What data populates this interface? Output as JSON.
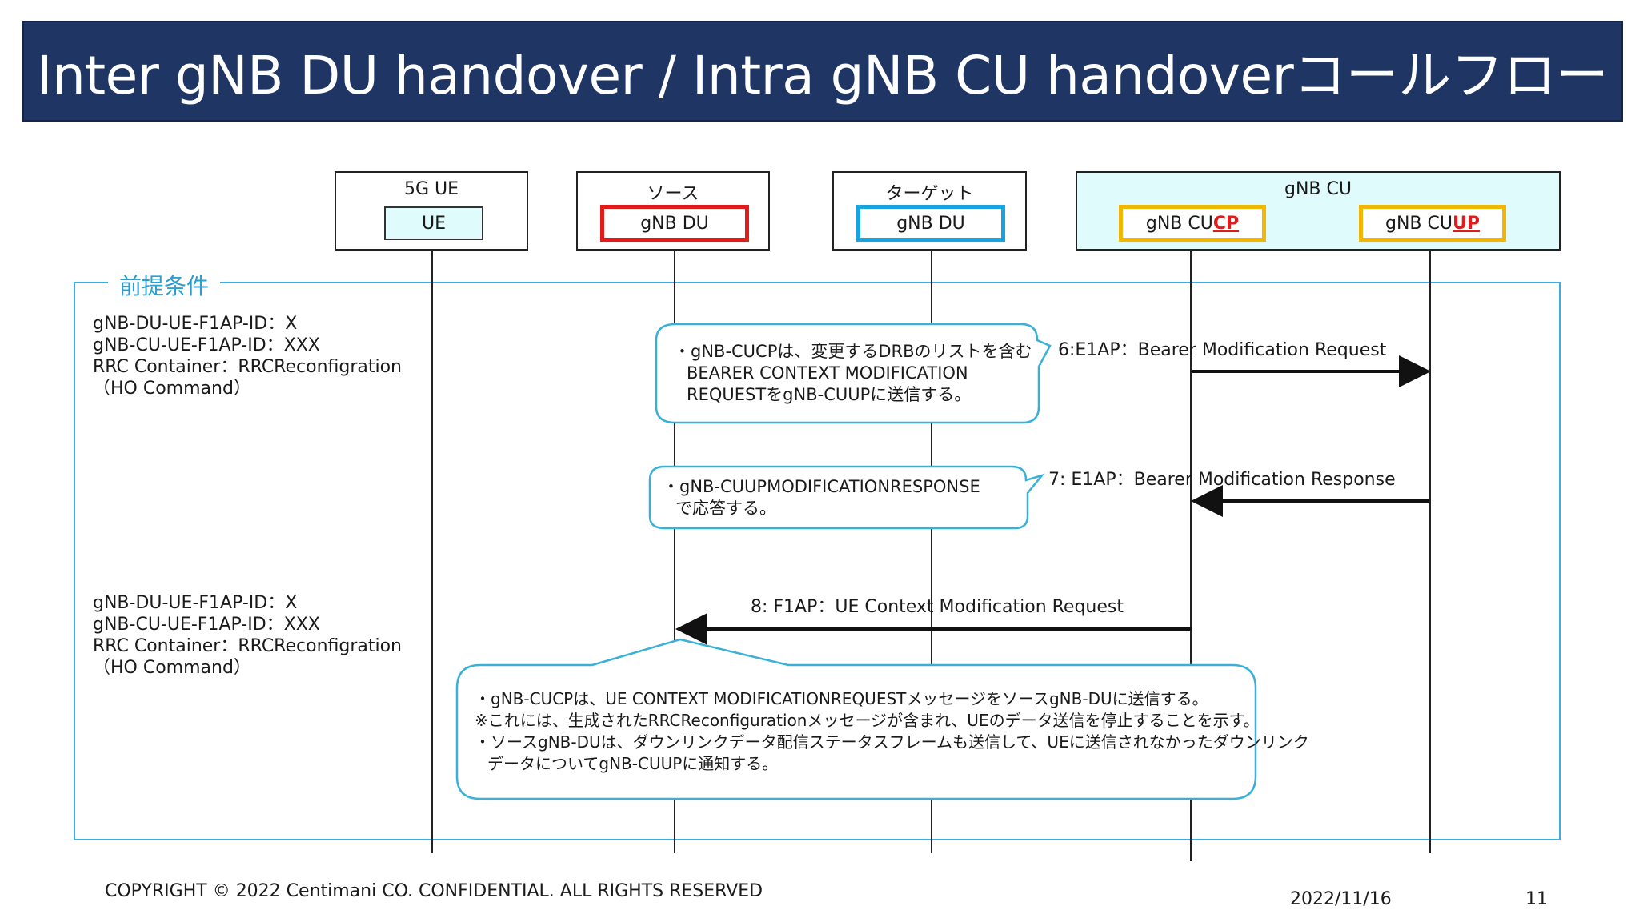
{
  "title": "Inter gNB DU handover / Intra gNB CU handoverコールフロー",
  "lanes": {
    "ue": {
      "caption": "5G  UE",
      "label": "UE"
    },
    "source": {
      "caption": "ソース",
      "label": "gNB DU"
    },
    "target": {
      "caption": "ターゲット",
      "label": "gNB DU"
    },
    "cu": {
      "caption": "gNB CU",
      "cucp_prefix": "gNB CU",
      "cucp_accent": "CP",
      "cuup_prefix": "gNB CU",
      "cuup_accent": "UP"
    }
  },
  "precondition": {
    "label": "前提条件",
    "block1": [
      "gNB-DU-UE-F1AP-ID：X",
      "gNB-CU-UE-F1AP-ID：XXX",
      "RRC Container：RRCReconfigration",
      "（HO Command）"
    ],
    "block2": [
      "gNB-DU-UE-F1AP-ID：X",
      "gNB-CU-UE-F1AP-ID：XXX",
      "RRC Container：RRCReconfigration",
      "（HO Command）"
    ]
  },
  "messages": {
    "m6": "6:E1AP：Bearer Modification Request",
    "m7": "7: E1AP：Bearer Modification Response",
    "m8": "8: F1AP：UE Context Modification Request"
  },
  "callouts": {
    "c1": [
      "・gNB-CUCPは、変更するDRBのリストを含む",
      "BEARER CONTEXT MODIFICATION",
      "REQUESTをgNB-CUUPに送信する。"
    ],
    "c2": [
      "・gNB-CUUPMODIFICATIONRESPONSE",
      "で応答する。"
    ],
    "c3": [
      "・gNB-CUCPは、UE CONTEXT MODIFICATIONREQUESTメッセージをソースgNB-DUに送信する。",
      "※これには、生成されたRRCReconfigurationメッセージが含まれ、UEのデータ送信を停止することを示す。",
      "・ソースgNB-DUは、ダウンリンクデータ配信ステータスフレームも送信して、UEに送信されなかったダウンリンク",
      "データについてgNB-CUUPに通知する。"
    ]
  },
  "footer": {
    "copyright": "COPYRIGHT © 2022 Centimani CO. CONFIDENTIAL. ALL RIGHTS RESERVED",
    "date": "2022/11/16",
    "page": "11"
  },
  "colors": {
    "title_bg": "#1f3563",
    "source_border": "#e31b1b",
    "target_border": "#16a3e0",
    "cu_border": "#f2b705",
    "frame": "#3ab0d8",
    "cu_bg": "#e0fbfb",
    "accent_text": "#e31b1b"
  }
}
